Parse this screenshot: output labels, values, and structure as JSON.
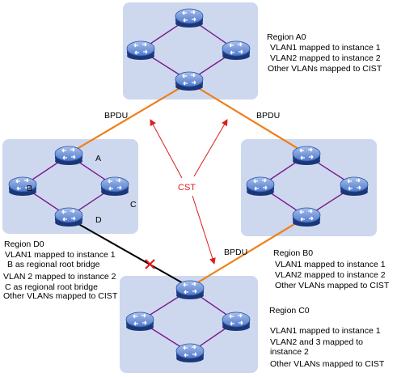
{
  "regions": {
    "a0": {
      "name": "Region A0",
      "lines": [
        "VLAN1  mapped to instance 1",
        "VLAN2  mapped to instance 2",
        "Other VLANs mapped to CIST"
      ]
    },
    "b0": {
      "name": "Region B0",
      "lines": [
        "VLAN1  mapped to instance 1",
        "VLAN2  mapped to instance 2",
        "Other VLANs mapped to CIST"
      ]
    },
    "c0": {
      "name": "Region C0",
      "lines": [
        "VLAN1  mapped to instance 1",
        "VLAN2 and 3  mapped to",
        "instance 2",
        "Other VLANs mapped to CIST"
      ]
    },
    "d0": {
      "name": "Region D0",
      "lines": [
        "VLAN1 mapped to instance 1",
        "B as regional root bridge",
        "VLAN 2 mapped to instance 2",
        "C as regional root bridge",
        "Other VLANs mapped to CIST"
      ]
    }
  },
  "device_labels": {
    "a": "A",
    "b": "B",
    "c": "C",
    "d": "D"
  },
  "link_labels": {
    "bpdu_left": "BPDU",
    "bpdu_right": "BPDU",
    "bpdu_bottom": "BPDU"
  },
  "cst_label": "CST",
  "colors": {
    "region_fill": "#cdd8ef",
    "ring_link": "#7a1a8c",
    "bpdu_link": "#f07f1b",
    "blocked_link": "#000000",
    "cst_arrow": "#e01b1b",
    "switch_body": "#3a63b8"
  }
}
